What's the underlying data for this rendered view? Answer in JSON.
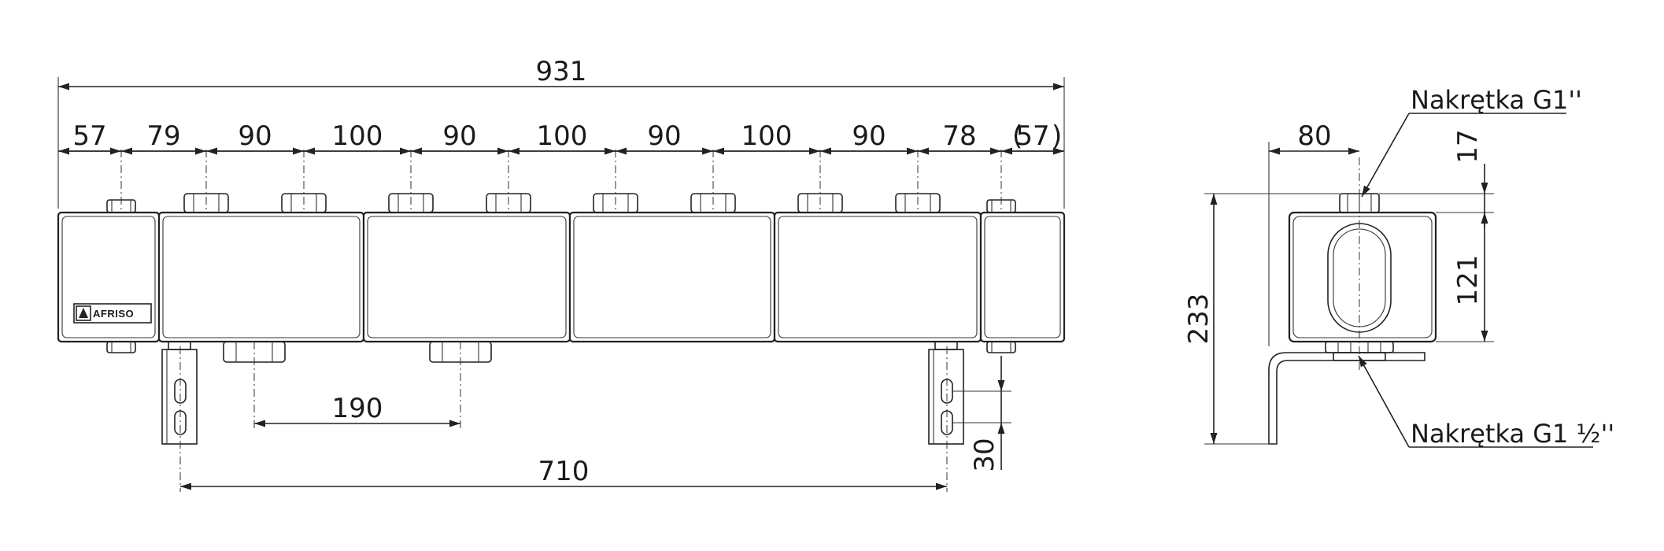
{
  "front_view": {
    "overall_length": "931",
    "top_segments": [
      "57",
      "79",
      "90",
      "100",
      "90",
      "100",
      "90",
      "100",
      "90",
      "78",
      "57"
    ],
    "bottom_spacing": "190",
    "bracket_spacing": "710",
    "bracket_slot": "30",
    "logo": "AFRISO"
  },
  "side_view": {
    "width": "80",
    "top_offset": "17",
    "body_height": "121",
    "total_height": "233",
    "nut_top_label": "Nakrętka G1''",
    "nut_bottom_label": "Nakrętka G1 ½''"
  }
}
